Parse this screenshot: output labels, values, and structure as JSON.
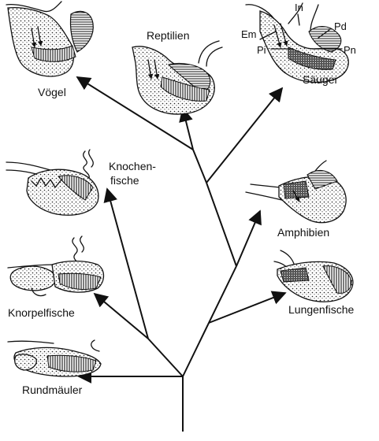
{
  "taxa": {
    "birds": "Vögel",
    "reptiles": "Reptilien",
    "mammals": "Säuger",
    "bony_fish_line1": "Knochen-",
    "bony_fish_line2": "fische",
    "amphibians": "Amphibien",
    "cartilaginous_fish": "Knorpelfische",
    "lungfish": "Lungenfische",
    "cyclostomes": "Rundmäuler"
  },
  "abbreviations": {
    "in": "In",
    "em": "Em",
    "pd": "Pd",
    "pi": "Pi",
    "pn": "Pn"
  }
}
